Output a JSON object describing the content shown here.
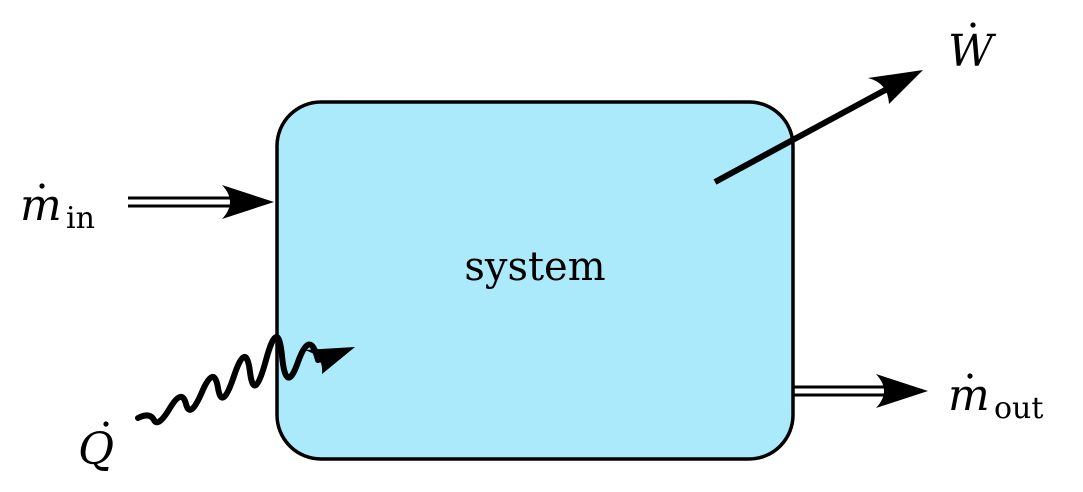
{
  "system": {
    "label": "system",
    "fill": "#aaeafa",
    "stroke": "#000000"
  },
  "inputs": {
    "mass_in": {
      "symbol": "m",
      "subscript": "in"
    },
    "heat": {
      "symbol": "Q"
    }
  },
  "outputs": {
    "work": {
      "symbol": "W"
    },
    "mass_out": {
      "symbol": "m",
      "subscript": "out"
    }
  }
}
